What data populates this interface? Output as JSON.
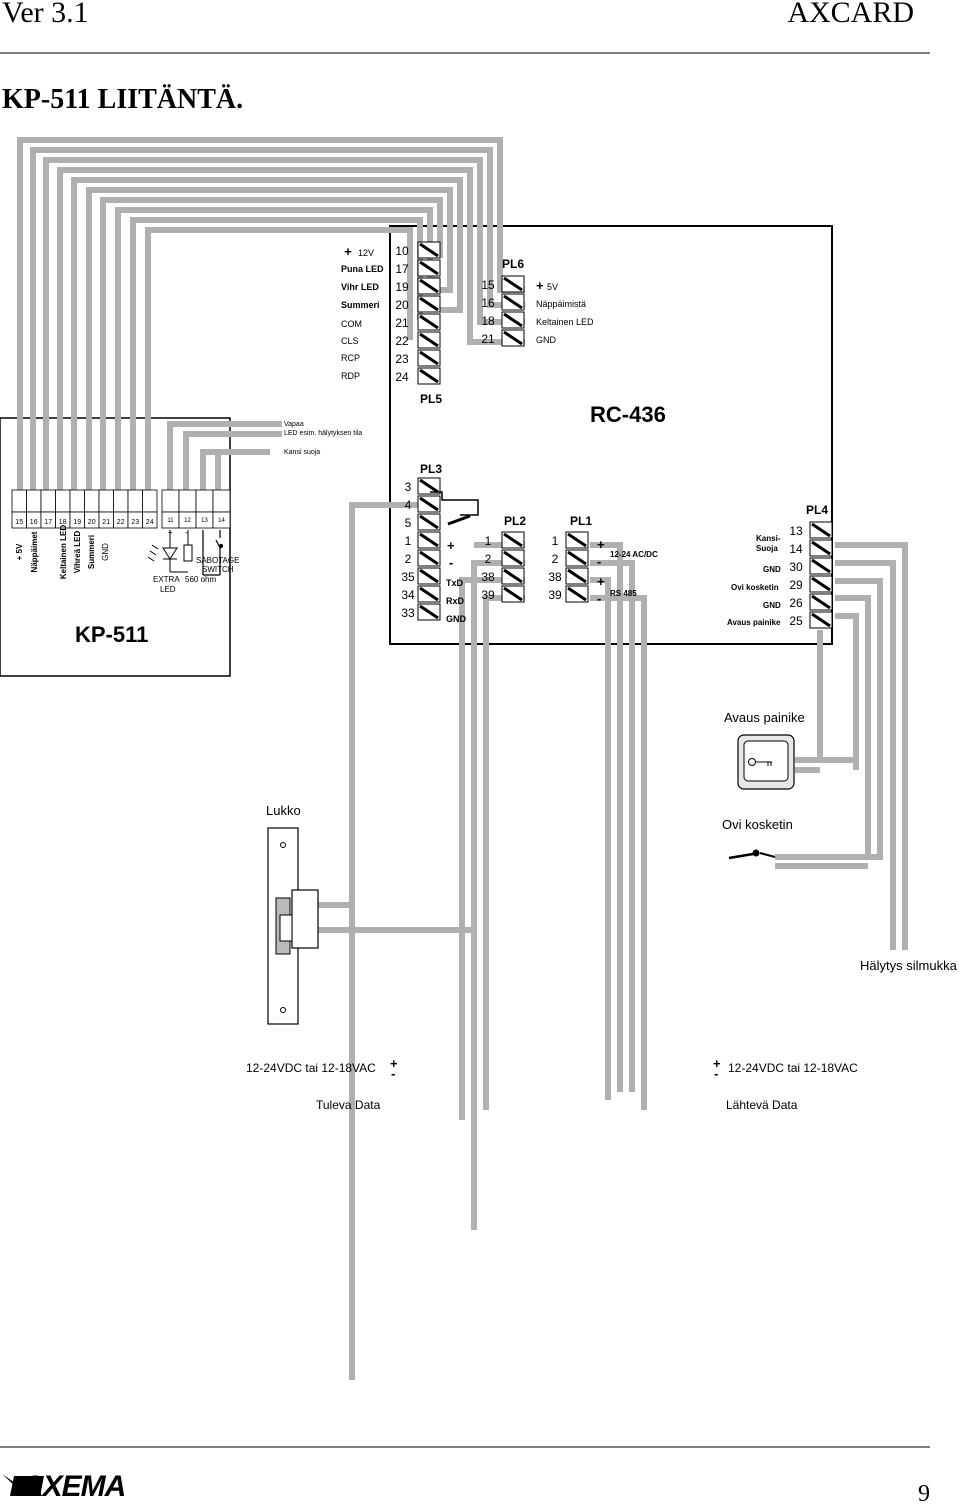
{
  "header": {
    "version": "Ver 3.1",
    "brand": "AXCARD"
  },
  "title": "KP-511 LIITÄNTÄ.",
  "rc": {
    "name": "RC-436",
    "pl5": {
      "label": "PL5",
      "pins": [
        "10",
        "17",
        "19",
        "20",
        "21",
        "22",
        "23",
        "24"
      ],
      "signals": [
        "12V",
        "Puna LED",
        "Vihr LED",
        "Summeri",
        "COM",
        "CLS",
        "RCP",
        "RDP"
      ]
    },
    "pl6": {
      "label": "PL6",
      "pins": [
        "15",
        "16",
        "18",
        "21"
      ],
      "signals": [
        "5V",
        "Näppäimistä",
        "Keltainen  LED",
        "GND"
      ]
    },
    "pl3": {
      "label": "PL3",
      "pins": [
        "3",
        "4",
        "5",
        "1",
        "2",
        "35",
        "34",
        "33"
      ],
      "signals": [
        "+",
        "-",
        "TxD",
        "RxD",
        "GND"
      ]
    },
    "pl2": {
      "label": "PL2",
      "pins": [
        "1",
        "2",
        "38",
        "39"
      ]
    },
    "pl1": {
      "label": "PL1",
      "pins": [
        "1",
        "2",
        "38",
        "39"
      ],
      "signs": [
        "+",
        "-",
        "+",
        "-"
      ],
      "power": "12-24 AC/DC",
      "bus": "RS 485"
    },
    "pl4": {
      "label": "PL4",
      "pins": [
        "13",
        "14",
        "30",
        "29",
        "26",
        "25"
      ],
      "signals": [
        "Kansi-",
        "Suoja",
        "GND",
        "Ovi kosketin",
        "GND",
        "Avaus painike"
      ]
    },
    "kp_notes": [
      "Vapaa",
      "LED esim. hälytyksen tila",
      "Kansi suoja"
    ]
  },
  "kp": {
    "name": "KP-511",
    "pins": [
      "15",
      "16",
      "17",
      "18",
      "19",
      "20",
      "21",
      "22",
      "23",
      "24"
    ],
    "pins2": [
      "11",
      "12",
      "13",
      "14"
    ],
    "pin_labels": [
      "+ 5V",
      "Näppäimet",
      "Keltainen LED",
      "Vihreä LED",
      "Summeri",
      "GND"
    ],
    "extra_led": [
      "EXTRA",
      "LED"
    ],
    "resistor": "560 ohm",
    "sabotage": [
      "SABOTAGE",
      "SWITCH"
    ],
    "led_signs": [
      "+",
      "-"
    ]
  },
  "devices": {
    "button": "Avaus painike",
    "lock": "Lukko",
    "door_contact": "Ovi kosketin",
    "alarm": "Hälytys silmukka",
    "power_in": "12-24VDC tai 12-18VAC",
    "power_out": "12-24VDC tai 12-18VAC",
    "data_in": "Tuleva Data",
    "data_out": "Lähtevä Data",
    "signs": [
      "+",
      "-"
    ]
  },
  "footer": {
    "logo": "AXEMA",
    "page": "9"
  }
}
